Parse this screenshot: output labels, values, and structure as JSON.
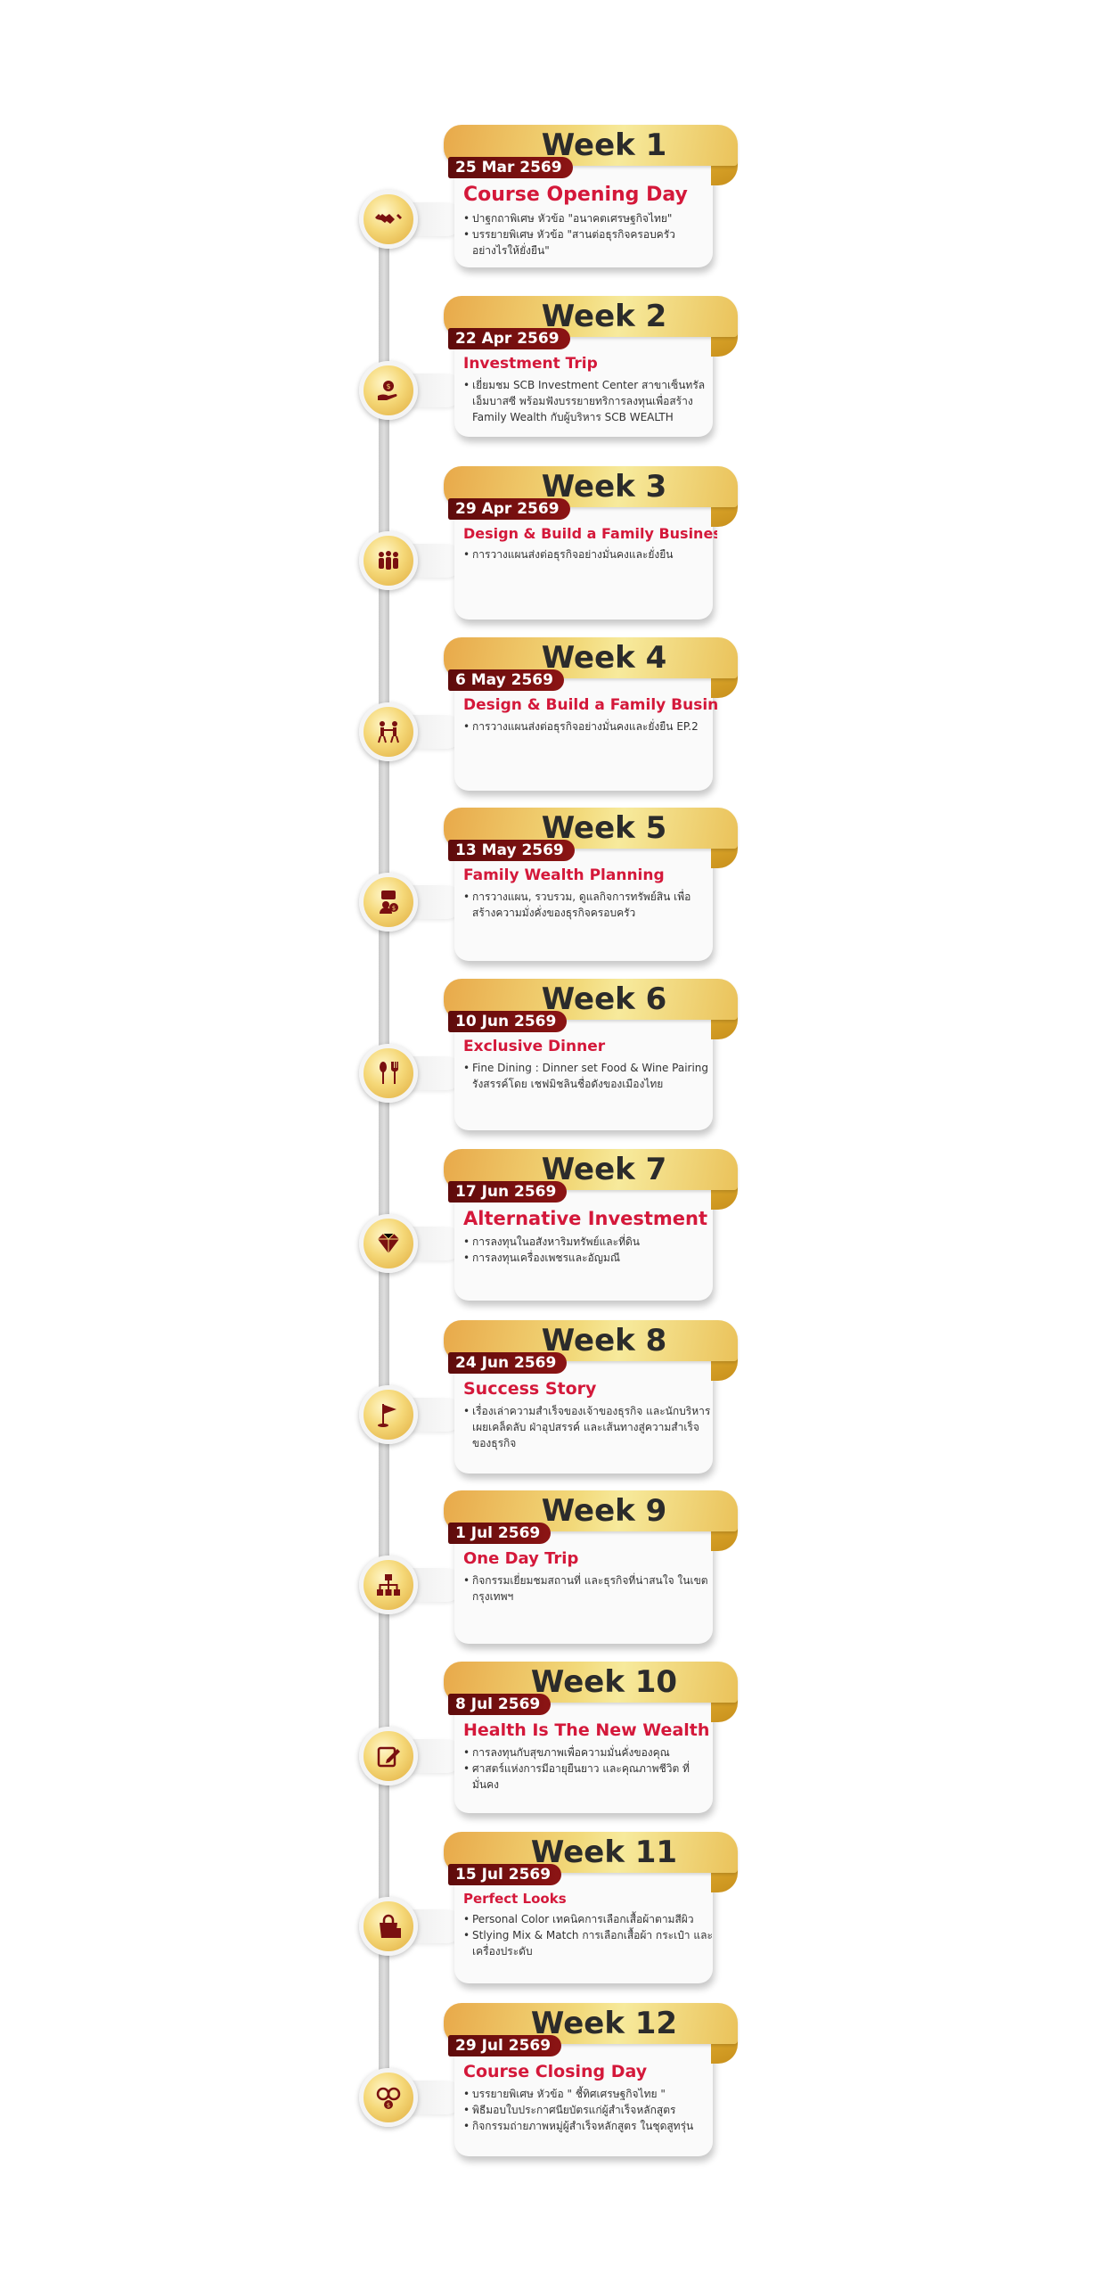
{
  "weeks": [
    {
      "title": "Week 1",
      "date": "25 Mar 2569",
      "topic": "Course Opening Day",
      "icon": "handshake-icon",
      "bullets": [
        "ปาฐกถาพิเศษ หัวข้อ \"อนาคตเศรษฐกิจไทย\"",
        "บรรยายพิเศษ หัวข้อ \"สานต่อธุรกิจครอบครัว อย่างไรให้ยั่งยืน\""
      ]
    },
    {
      "title": "Week 2",
      "date": "22 Apr 2569",
      "topic": "Investment Trip",
      "icon": "investment-hand-icon",
      "bullets": [
        "เยี่ยมชม SCB Investment Center สาขาเซ็นทรัล เอ็มบาสซี พร้อมฟังบรรยายทริการลงทุนเพื่อสร้าง Family Wealth กับผู้บริหาร SCB WEALTH"
      ]
    },
    {
      "title": "Week 3",
      "date": "29 Apr 2569",
      "topic": "Design & Build a Family Business",
      "icon": "family-icon",
      "bullets": [
        "การวางแผนส่งต่อธุรกิจอย่างมั่นคงและยั่งยืน"
      ]
    },
    {
      "title": "Week 4",
      "date": "6 May 2569",
      "topic": "Design & Build a Family Business",
      "icon": "people-rope-icon",
      "bullets": [
        "การวางแผนส่งต่อธุรกิจอย่างมั่นคงและยั่งยืน EP.2"
      ]
    },
    {
      "title": "Week 5",
      "date": "13 May 2569",
      "topic": "Family Wealth Planning",
      "icon": "wealth-planning-icon",
      "bullets": [
        "การวางแผน, รวบรวม, ดูแลกิจการทรัพย์สิน เพื่อสร้างความมั่งคั่งของธุรกิจครอบครัว"
      ]
    },
    {
      "title": "Week 6",
      "date": "10 Jun 2569",
      "topic": "Exclusive Dinner",
      "icon": "dining-icon",
      "bullets": [
        "Fine Dining : Dinner set  Food & Wine Pairing รังสรรค์โดย เชฟมิชลินชื่อดังของเมืองไทย"
      ]
    },
    {
      "title": "Week 7",
      "date": "17 Jun 2569",
      "topic": "Alternative Investment",
      "icon": "diamond-icon",
      "bullets": [
        "การลงทุนในอสังหาริมทรัพย์และที่ดิน",
        "การลงทุนเครื่องเพชรและอัญมณี"
      ]
    },
    {
      "title": "Week 8",
      "date": "24 Jun 2569",
      "topic": "Success Story",
      "icon": "flag-icon",
      "bullets": [
        "เรื่องเล่าความสำเร็จของเจ้าของธุรกิจ และนักบริหารเผยเคล็ดลับ ฝ่าอุปสรรค์ และเส้นทางสู่ความสำเร็จของธุรกิจ"
      ]
    },
    {
      "title": "Week 9",
      "date": "1 Jul 2569",
      "topic": "One Day Trip",
      "icon": "org-chart-icon",
      "bullets": [
        "กิจกรรมเยี่ยมชมสถานที่ และธุรกิจที่น่าสนใจ ในเขตกรุงเทพฯ"
      ]
    },
    {
      "title": "Week 10",
      "date": "8 Jul 2569",
      "topic": "Health Is The New Wealth",
      "icon": "edit-icon",
      "bullets": [
        "การลงทุนกับสุขภาพเพื่อความมั่นคั่งของคุณ",
        "ศาสตร์แห่งการมีอายุยืนยาว และคุณภาพชีวิต ที่มั่นคง"
      ]
    },
    {
      "title": "Week 11",
      "date": "15 Jul 2569",
      "topic": "Perfect Looks",
      "icon": "shopping-bag-icon",
      "bullets": [
        "Personal Color เทคนิคการเลือกเสื้อผ้าตามสีผิว",
        "Stlying Mix & Match การเลือกเสื้อผ้า กระเป๋า และเครื่องประดับ"
      ]
    },
    {
      "title": "Week 12",
      "date": "29 Jul 2569",
      "topic": "Course Closing Day",
      "icon": "people-money-icon",
      "bullets": [
        "บรรยายพิเศษ หัวข้อ \" ชี้ทิศเศรษฐกิจไทย \"",
        "พิธีมอบใบประกาศนียบัตรแก่ผู้สำเร็จหลักสูตร",
        "กิจกรรมถ่ายภาพหมู่ผู้สำเร็จหลักสูตร ในชุดสูทรุ่น"
      ]
    }
  ]
}
